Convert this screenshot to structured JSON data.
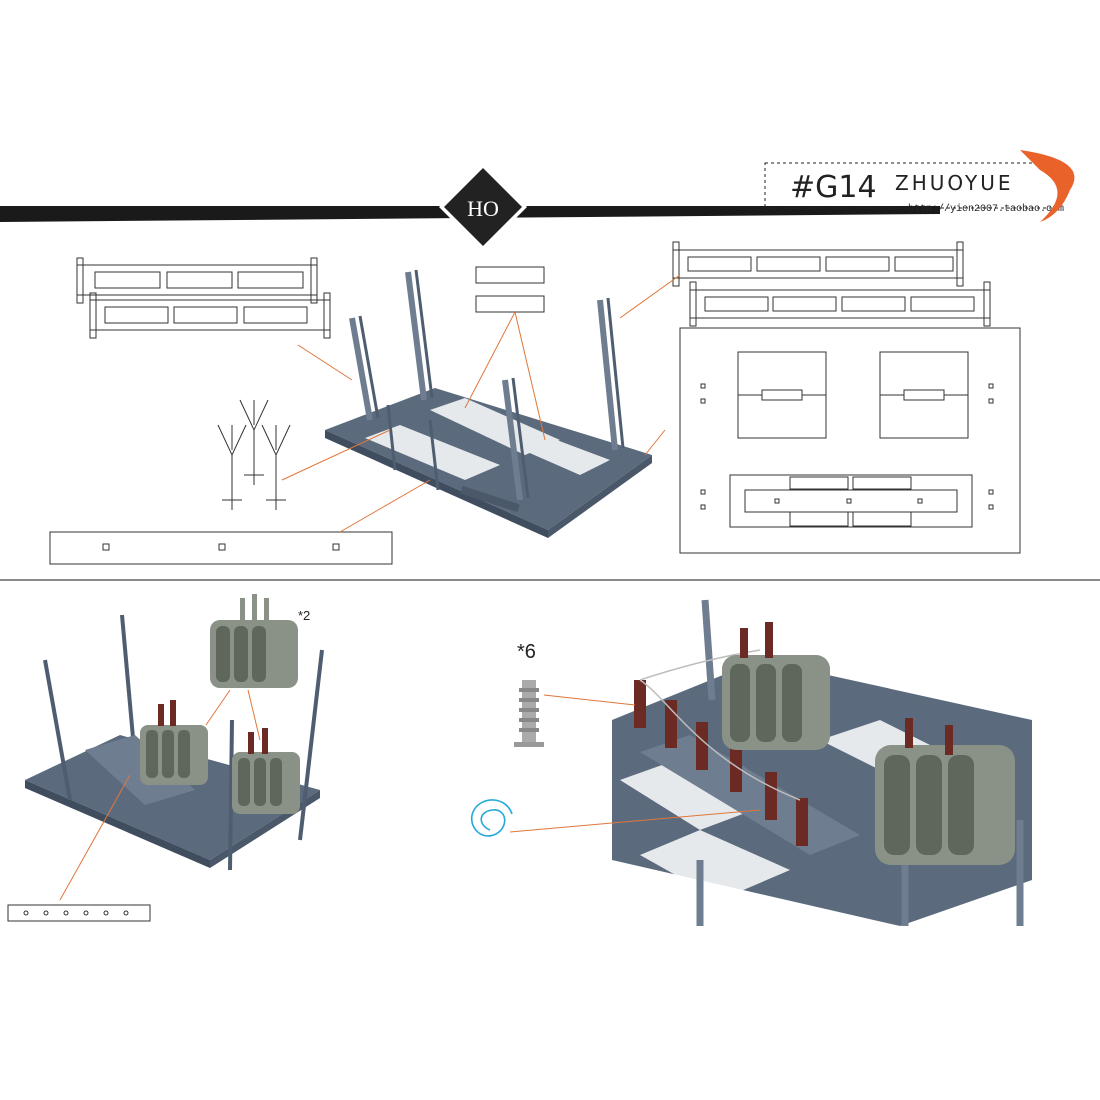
{
  "scale_badge": "HO",
  "brand": {
    "model_code": "#G14",
    "name": "ZHUOYUE",
    "url": "http://yien2007.taobao.com"
  },
  "quantities": {
    "transformer": "*2",
    "insulator": "*6"
  },
  "colors": {
    "leader_line": "#e0763a",
    "model_gray": "#5b6b7d",
    "model_dark": "#3f4d5e",
    "transformer": "#8a9186",
    "insulator": "#6b2a24",
    "wire": "#25a9d8",
    "logo_swoosh": "#e8622a"
  }
}
